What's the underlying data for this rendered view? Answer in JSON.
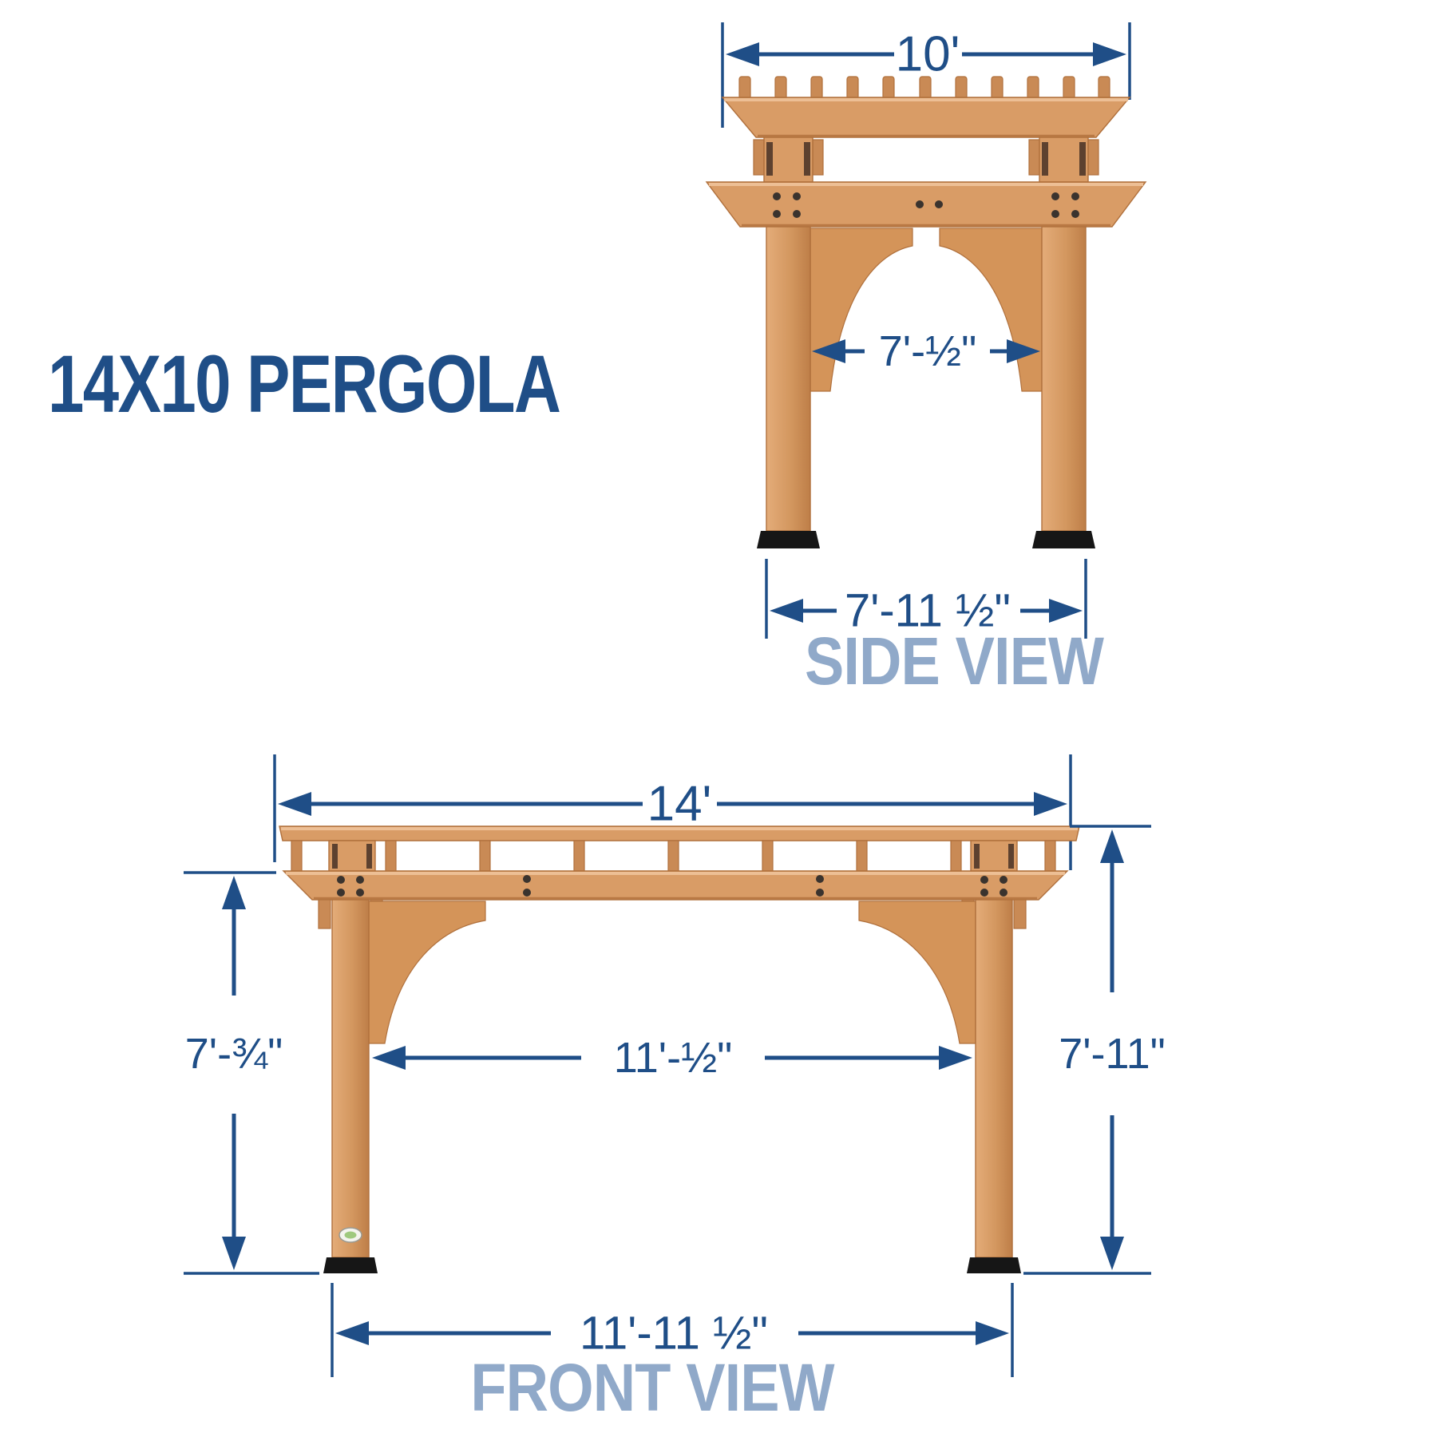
{
  "page": {
    "title": "14X10 PERGOLA"
  },
  "colors": {
    "accent": "#1F4E87",
    "view-label": "#90A9C9",
    "wood-face": "#D99C66",
    "wood-light": "#EEC39A",
    "wood-dark": "#C98A55",
    "wood-edge": "#B0703C",
    "wood-brace": "#D49459",
    "foot": "#161616"
  },
  "side_view": {
    "label": "SIDE VIEW",
    "dimensions": {
      "overall_width": "10'",
      "interior_width": "7'-½\"",
      "post_base_width": "7'-11 ½\""
    }
  },
  "front_view": {
    "label": "FRONT VIEW",
    "dimensions": {
      "overall_width": "14'",
      "interior_width": "11'-½\"",
      "post_base_width": "11'-11 ½\"",
      "post_height": "7'-¾\"",
      "overall_height": "7'-11\""
    }
  }
}
